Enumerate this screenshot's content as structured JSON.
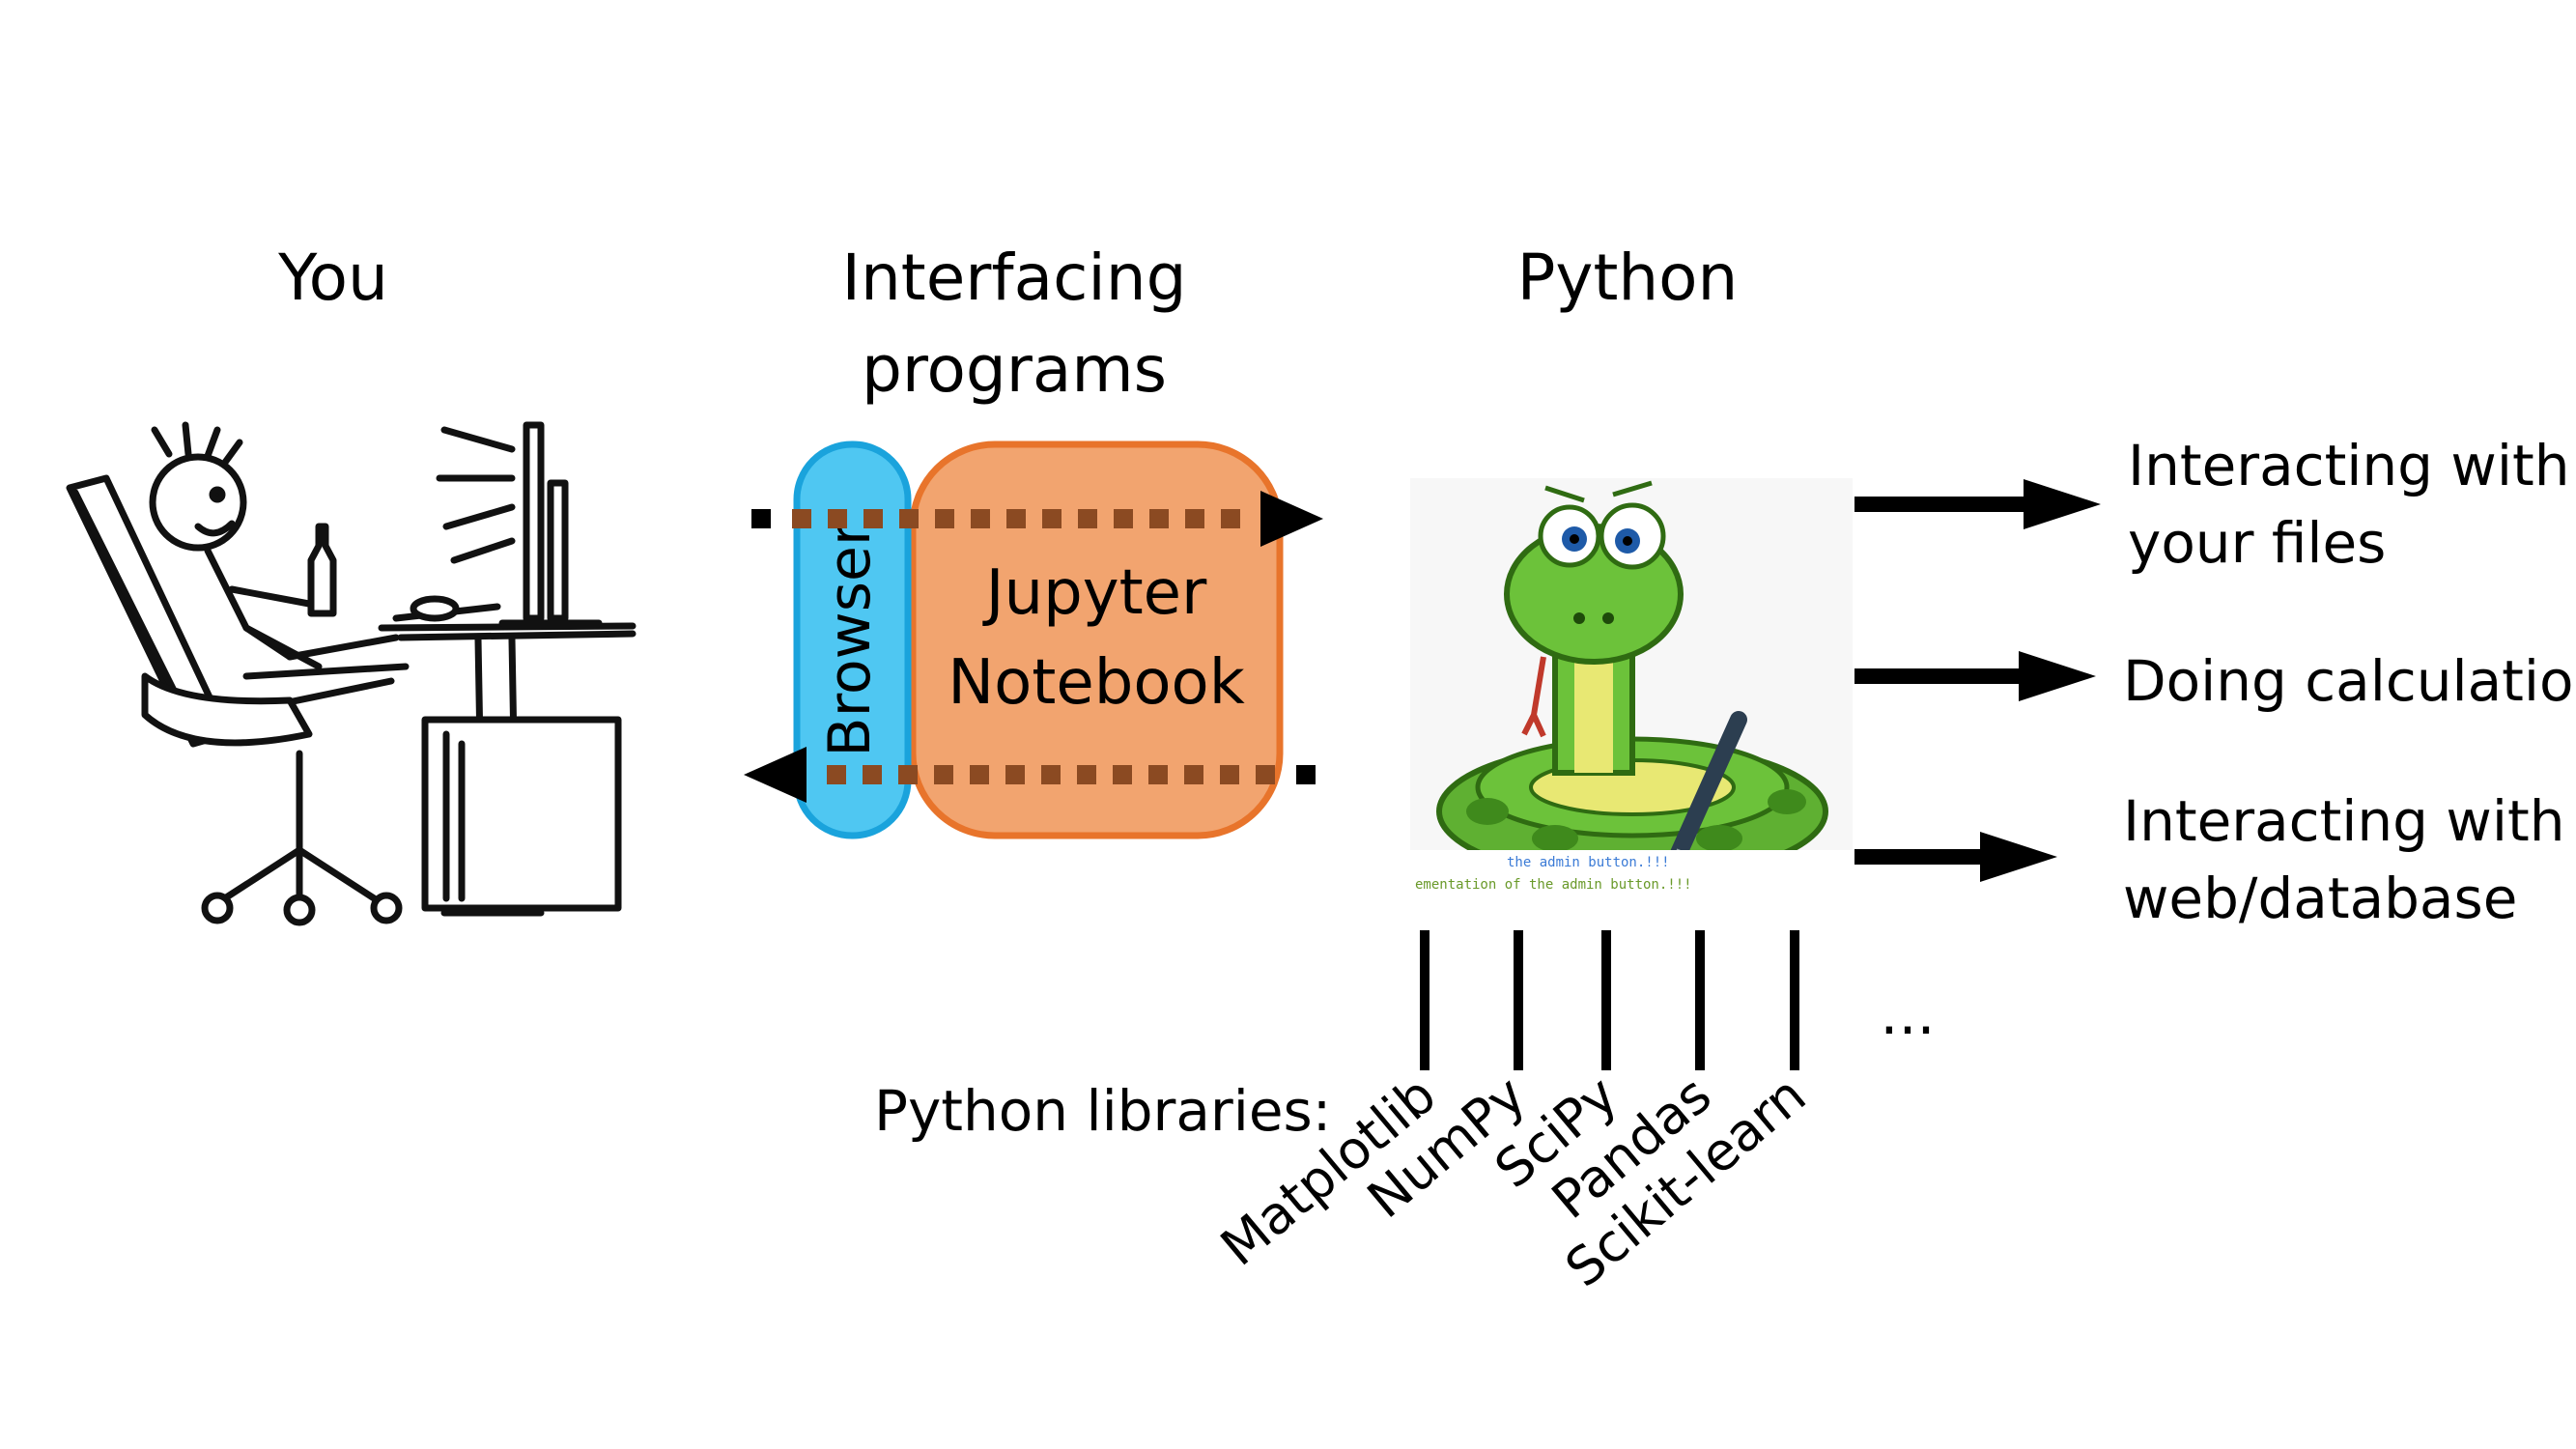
{
  "headers": {
    "you": "You",
    "interfacing_line1": "Interfacing",
    "interfacing_line2": "programs",
    "python": "Python"
  },
  "interfacing": {
    "browser": "Browser",
    "jupyter_line1": "Jupyter",
    "jupyter_line2": "Notebook"
  },
  "uses": [
    {
      "line1": "Interacting with",
      "line2": "your files"
    },
    {
      "line1": "Doing calculation",
      "line2": ""
    },
    {
      "line1": "Interacting with",
      "line2": "web/database"
    }
  ],
  "libraries": {
    "label": "Python libraries:",
    "items": [
      "Matplotlib",
      "NumPy",
      "SciPy",
      "Pandas",
      "Scikit-learn"
    ],
    "more": "..."
  },
  "snake_screen_text": {
    "line1": "the admin button.!!!",
    "line2": "ementation of the admin button.!!!"
  },
  "colors": {
    "browser_fill": "#4fc7f2",
    "browser_stroke": "#1aa3dc",
    "jupyter_fill": "#f2a46f",
    "jupyter_stroke": "#e8742b",
    "dotted_arrow": "#8b4a22",
    "snake_green": "#6cc23a",
    "snake_belly": "#e8e873",
    "text": "#000000"
  },
  "icons": {
    "person": "stick-figure-at-desk-icon",
    "snake": "snake-mascot-icon"
  }
}
